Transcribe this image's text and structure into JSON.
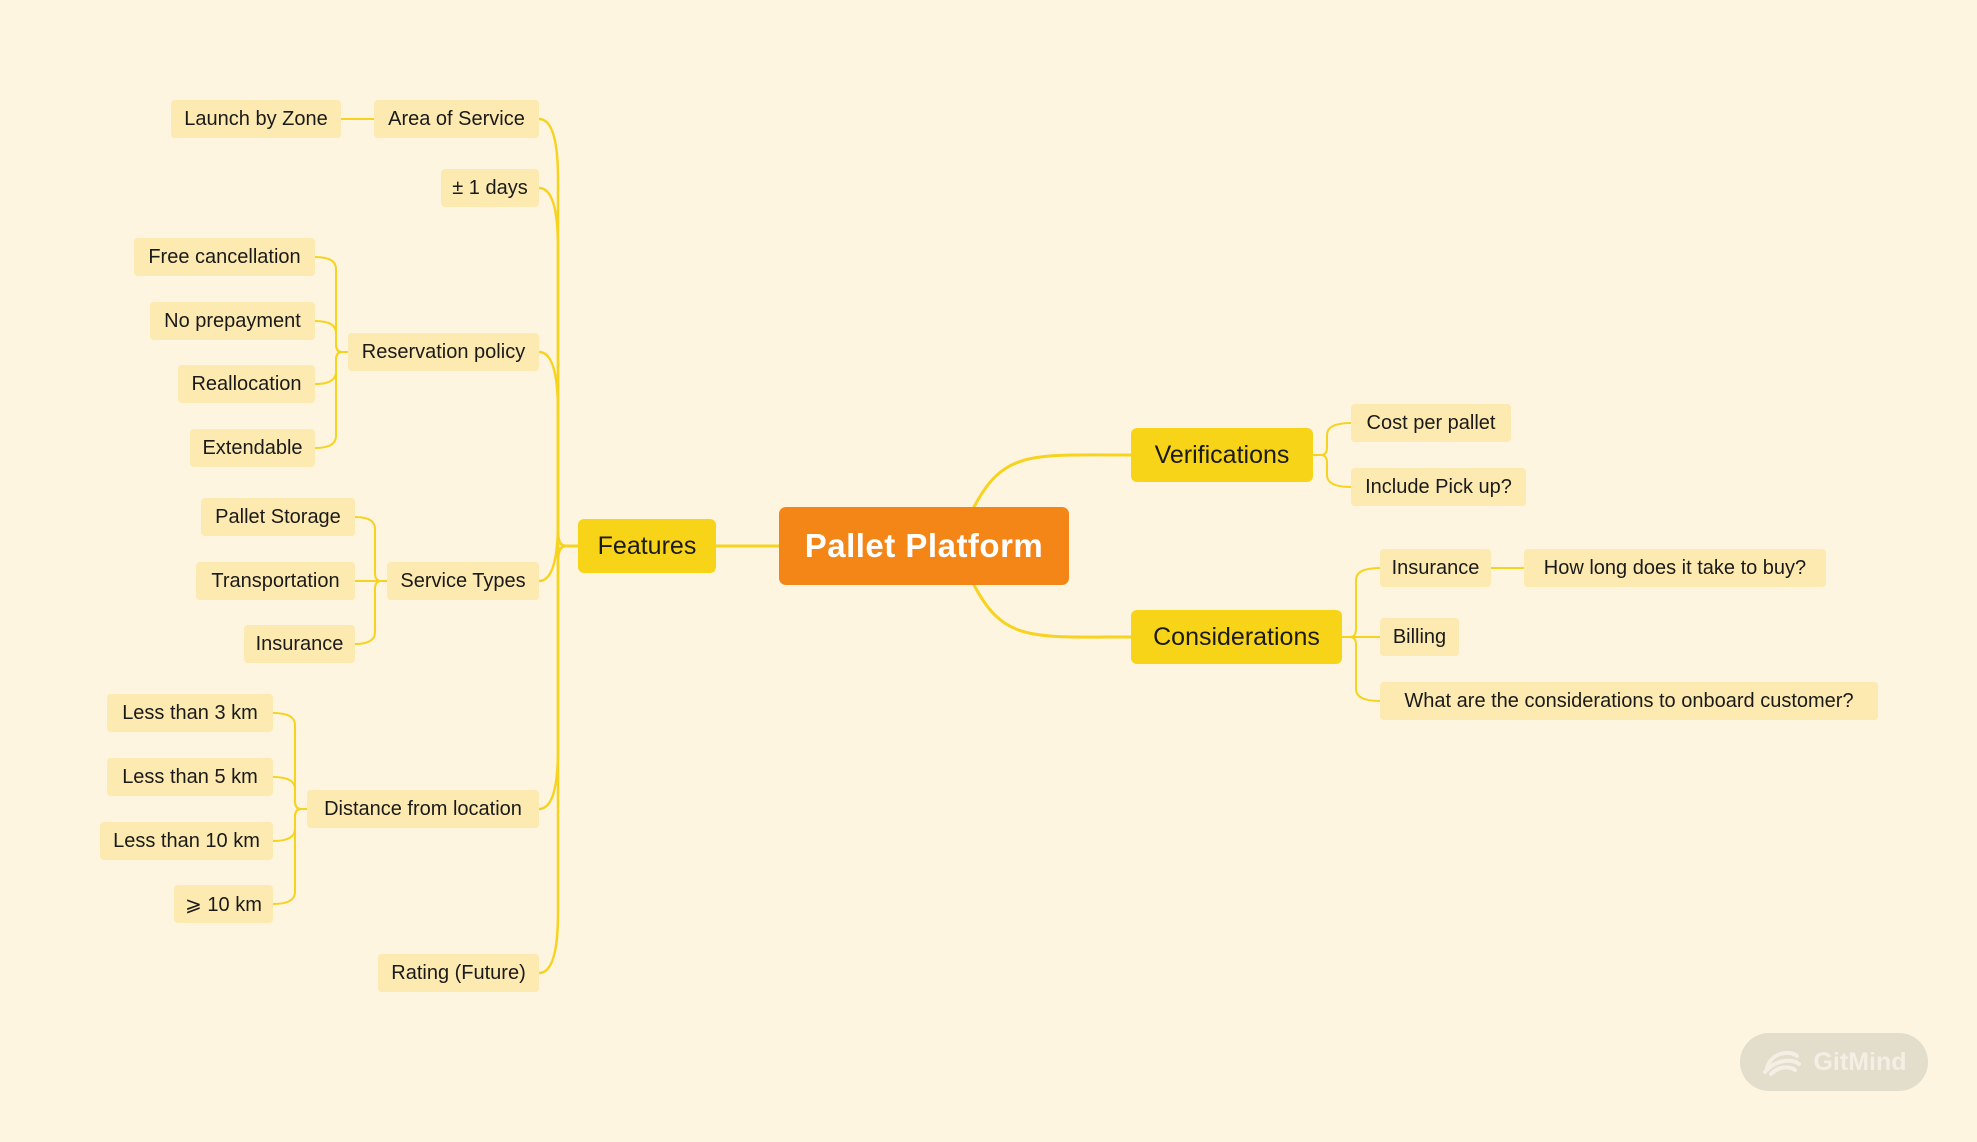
{
  "root": {
    "label": "Pallet Platform"
  },
  "branches": {
    "features": {
      "label": "Features"
    },
    "verifications": {
      "label": "Verifications"
    },
    "considerations": {
      "label": "Considerations"
    }
  },
  "features": {
    "area_of_service": {
      "label": "Area of Service",
      "children": [
        "Launch by Zone"
      ]
    },
    "days": {
      "label": "± 1 days"
    },
    "reservation_policy": {
      "label": "Reservation policy",
      "children": [
        "Free cancellation",
        "No prepayment",
        "Reallocation",
        "Extendable"
      ]
    },
    "service_types": {
      "label": "Service Types",
      "children": [
        "Pallet Storage",
        "Transportation",
        "Insurance"
      ]
    },
    "distance": {
      "label": "Distance from location",
      "children": [
        "Less than 3 km",
        "Less than 5 km",
        "Less than 10 km",
        "⩾ 10 km"
      ]
    },
    "rating": {
      "label": "Rating (Future)"
    }
  },
  "verifications": {
    "children": [
      "Cost per pallet",
      "Include Pick up?"
    ]
  },
  "considerations": {
    "insurance": {
      "label": "Insurance",
      "children": [
        "How long does it take to buy?"
      ]
    },
    "billing": {
      "label": "Billing"
    },
    "onboard": {
      "label": "What are the considerations to onboard customer?"
    }
  },
  "watermark": {
    "label": "GitMind",
    "icon": "gitmind-logo-icon"
  },
  "colors": {
    "background": "#fdf5df",
    "root": "#f48517",
    "branch": "#f8d419",
    "leaf": "#fdeab0",
    "connector": "#f7d320"
  }
}
